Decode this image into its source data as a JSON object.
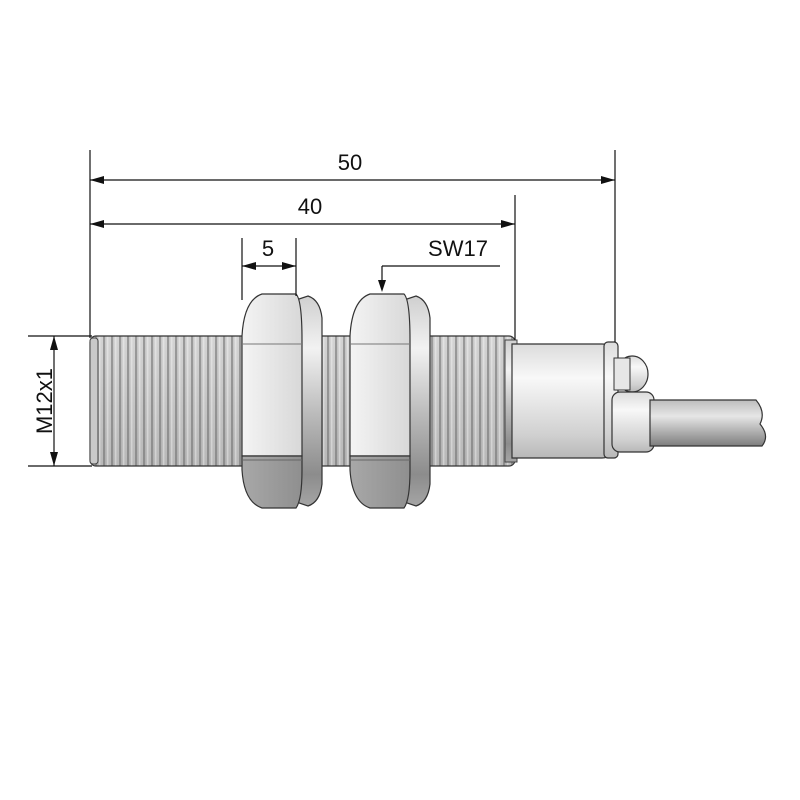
{
  "dimensions": {
    "overall_length": "50",
    "body_length": "40",
    "nut_thickness": "5",
    "wrench_size": "SW17",
    "thread": "M12x1"
  },
  "colors": {
    "metal_light": "#e2e2e2",
    "metal_dark": "#8a8a8a",
    "thread_ridge": "#6e6e6e",
    "plastic_cap": "#eeeeee",
    "cable": "#9a9a9a",
    "line": "#111111"
  }
}
